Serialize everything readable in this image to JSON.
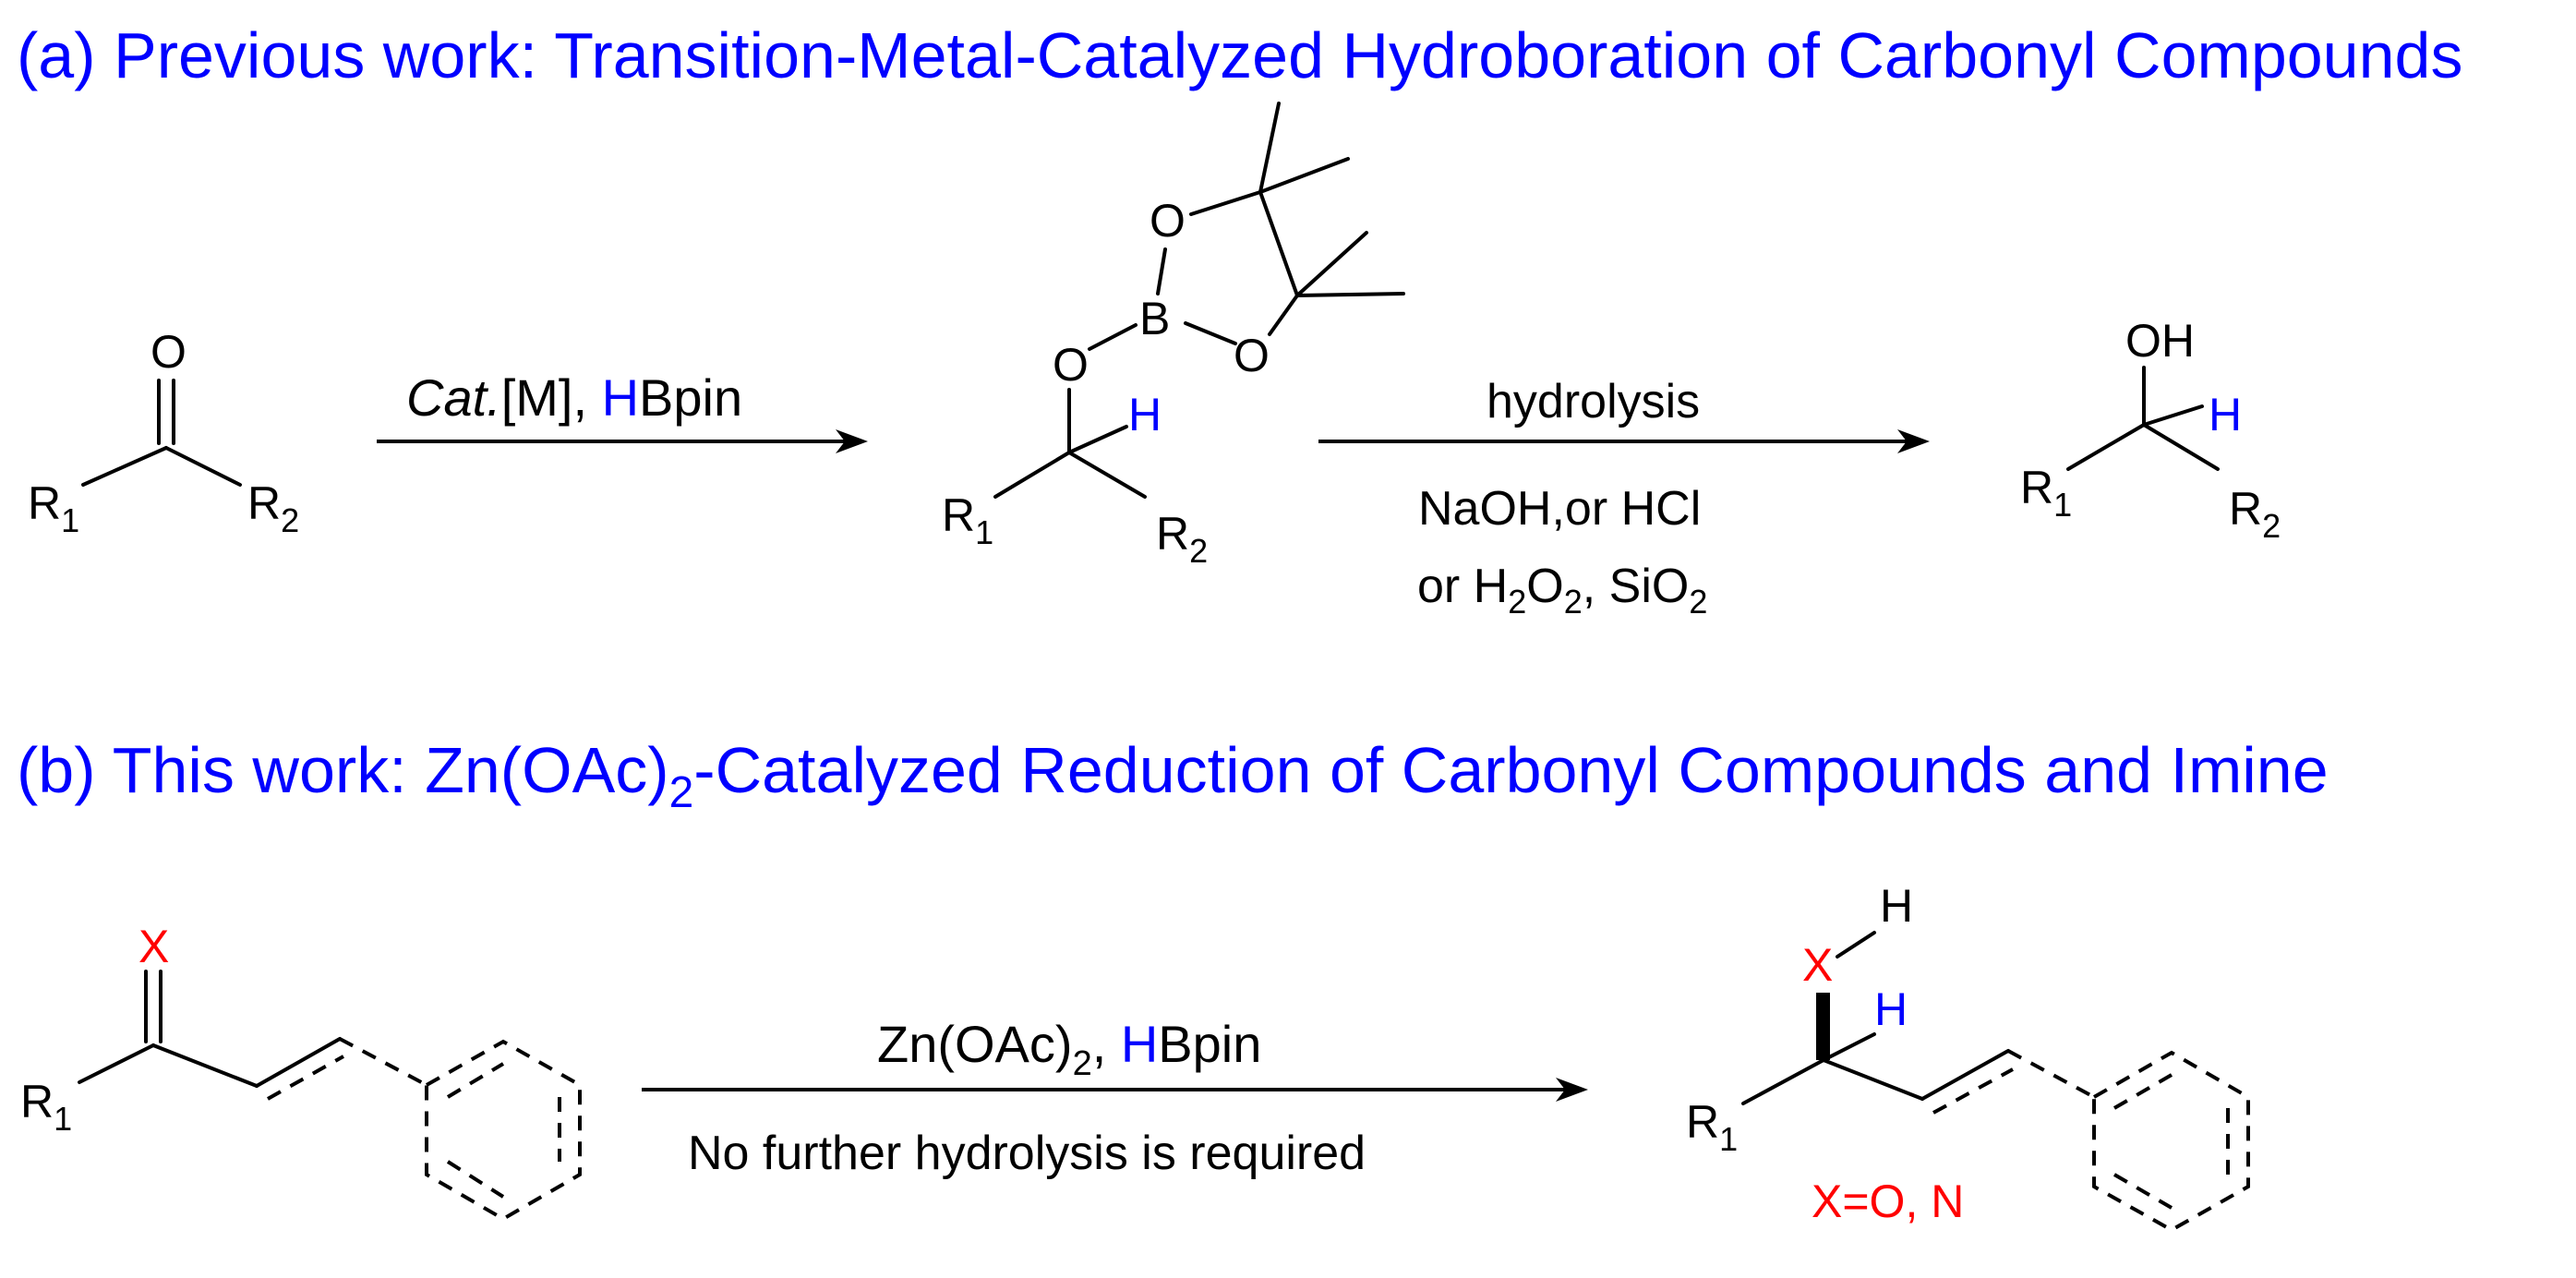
{
  "header_a": "(a) Previous work: Transition-Metal-Catalyzed  Hydroboration of Carbonyl Compounds",
  "header_b": {
    "pre": "(b) This work: Zn(OAc)",
    "sub": "2",
    "post": "-Catalyzed  Reduction of Carbonyl Compounds and Imine"
  },
  "atoms": {
    "O": "O",
    "B": "B",
    "H": "H",
    "OH": "OH",
    "R": "R",
    "X": "X",
    "sub1": "1",
    "sub2": "2"
  },
  "step1": {
    "cat": "Cat.",
    "metal": "[M], ",
    "h": "H",
    "reagent": "Bpin"
  },
  "step2": {
    "above": "hydrolysis",
    "below1": "NaOH,or HCl",
    "below2": {
      "pre": "or H",
      "s1": "2",
      "mid": "O",
      "s2": "2",
      "mid2": ", SiO",
      "s3": "2"
    }
  },
  "step3": {
    "above_pre": "Zn(OAc)",
    "above_sub": "2",
    "above_sep": ", ",
    "h": "H",
    "reagent": "Bpin",
    "below": "No further hydrolysis is required"
  },
  "x_def": "X=O, N",
  "colors": {
    "heading": "#0000ff",
    "highlight_h": "#0000ff",
    "highlight_x": "#ff0000",
    "ink": "#000000"
  }
}
